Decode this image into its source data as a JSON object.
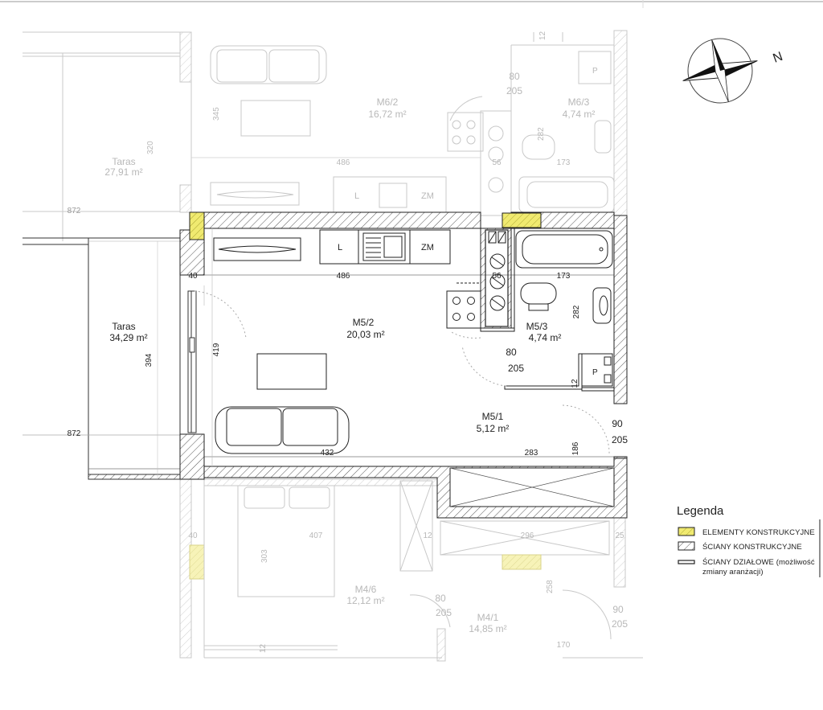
{
  "north_label": "N",
  "rooms": {
    "m5_2": {
      "name": "M5/2",
      "area": "20,03 m²"
    },
    "m5_3": {
      "name": "M5/3",
      "area": "4,74 m²"
    },
    "m5_1": {
      "name": "M5/1",
      "area": "5,12 m²"
    },
    "taras_main": {
      "name": "Taras",
      "area": "34,29 m²"
    },
    "m6_2": {
      "name": "M6/2",
      "area": "16,72 m²"
    },
    "m6_3": {
      "name": "M6/3",
      "area": "4,74 m²"
    },
    "taras_upper": {
      "name": "Taras",
      "area": "27,91 m²"
    },
    "m4_6": {
      "name": "M4/6",
      "area": "12,12 m²"
    },
    "m4_1": {
      "name": "M4/1",
      "area": "14,85 m²"
    }
  },
  "fixtures": {
    "sink": "L",
    "fridge": "ZM",
    "washer": "P"
  },
  "dimensions": {
    "main": {
      "d486": "486",
      "d40": "40",
      "d56": "56",
      "d173": "173",
      "d282": "282",
      "d419": "419",
      "d394": "394",
      "d872": "872",
      "d80": "80",
      "d205": "205",
      "d12": "12",
      "d432": "432",
      "d283": "283",
      "d186": "186",
      "d90": "90",
      "d205b": "205"
    },
    "upper": {
      "d12": "12",
      "d80": "80",
      "d205": "205",
      "d345": "345",
      "d320": "320",
      "d486": "486",
      "d56": "56",
      "d173": "173",
      "d282": "282",
      "d872": "872"
    },
    "lower": {
      "d40": "40",
      "d407": "407",
      "d303": "303",
      "d12": "12",
      "d296": "296",
      "d25": "25",
      "d80": "80",
      "d205": "205",
      "d258": "258",
      "d90": "90",
      "d205b": "205",
      "d170": "170",
      "d12b": "12"
    }
  },
  "legend": {
    "title": "Legenda",
    "items": [
      {
        "label": "ELEMENTY KONSTRUKCYJNE",
        "color": "#f0ea70"
      },
      {
        "label": "ŚCIANY KONSTRUKCYJNE"
      },
      {
        "label": "ŚCIANY DZIAŁOWE (możliwość",
        "label2": "zmiany aranżacji)"
      }
    ]
  },
  "colors": {
    "structural": "#f0ea70",
    "wall_stroke": "#222222",
    "ghost": "#c4c4c4"
  }
}
